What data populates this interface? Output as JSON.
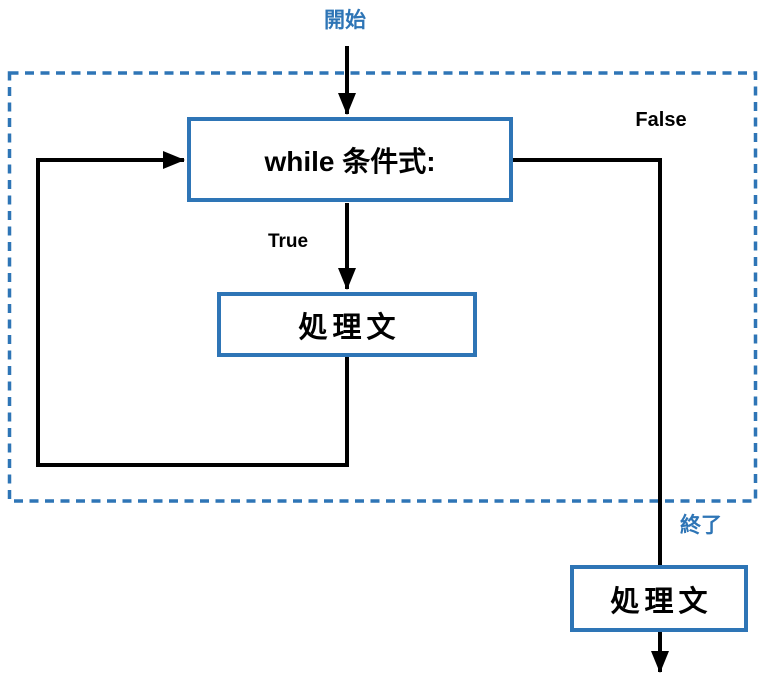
{
  "diagram": {
    "type": "flowchart",
    "subject": "while-loop control flow",
    "labels": {
      "start": "開始",
      "end": "終了",
      "true_branch": "True",
      "false_branch": "False"
    },
    "nodes": {
      "condition": "while 条件式:",
      "loop_body": "処理文",
      "after_loop": "処理文"
    },
    "colors": {
      "accent_blue": "#2E75B6",
      "line_black": "#000000"
    }
  }
}
